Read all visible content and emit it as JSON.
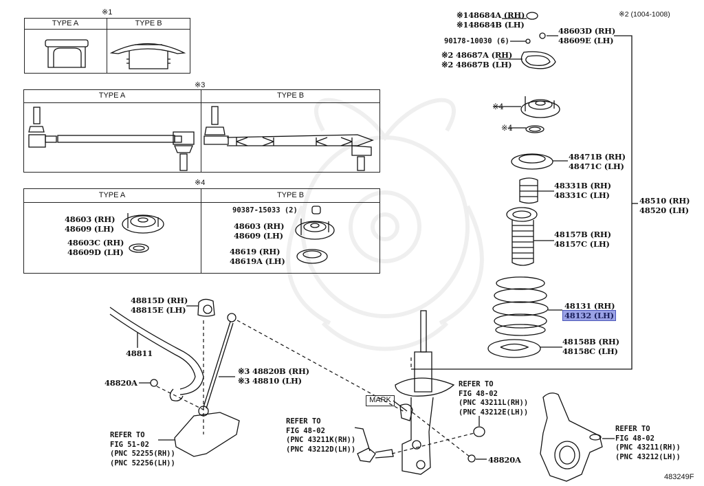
{
  "diagram": {
    "figure_id": "483249F",
    "highlight_color": "#9aa2e6",
    "note_1": {
      "marker": "※1",
      "headers": [
        "TYPE A",
        "TYPE B"
      ]
    },
    "note_2": {
      "marker": "※2 (1004-1008)"
    },
    "note_3": {
      "marker": "※3",
      "headers": [
        "TYPE A",
        "TYPE B"
      ]
    },
    "note_4": {
      "marker": "※4",
      "headers": [
        "TYPE A",
        "TYPE B"
      ],
      "type_a": {
        "mount_rh": "48603 (RH)",
        "mount_lh": "48609 (LH)",
        "bearing_rh": "48603C (RH)",
        "bearing_lh": "48609D (LH)"
      },
      "type_b": {
        "nut": "90387-15033 (2)",
        "mount_rh": "48603 (RH)",
        "mount_lh": "48609 (LH)",
        "seat_rh": "48619 (RH)",
        "seat_lh": "48619A (LH)"
      }
    },
    "top_parts": {
      "cap_rh": "※148684A (RH)",
      "cap_lh": "※148684B (LH)",
      "nut_qty": "90178-10030 (6)",
      "nut_rh": "48603D (RH)",
      "nut_lh": "48609E (LH)",
      "plate_rh": "※2 48687A (RH)",
      "plate_lh": "※2 48687B (LH)",
      "mount_marker": "※4",
      "bearing_marker": "※4"
    },
    "strut_parts": {
      "upper_seat_rh": "48471B (RH)",
      "upper_seat_lh": "48471C (LH)",
      "bumper_rh": "48331B (RH)",
      "bumper_lh": "48331C (LH)",
      "boot_rh": "48157B (RH)",
      "boot_lh": "48157C (LH)",
      "spring_rh": "48131 (RH)",
      "spring_lh": "48132 (LH)",
      "lower_seat_rh": "48158B (RH)",
      "lower_seat_lh": "48158C (LH)",
      "assy_rh": "48510 (RH)",
      "assy_lh": "48520 (LH)"
    },
    "stabilizer_parts": {
      "bushing_rh": "48815D (RH)",
      "bushing_lh": "48815E (LH)",
      "bar": "48811",
      "nut_left": "48820A",
      "link_rh": "※3 48820B (RH)",
      "link_lh": "※3 48810 (LH)"
    },
    "references": {
      "crossmember": [
        "REFER TO",
        "FIG 51-02",
        "(PNC 52255(RH))",
        "(PNC 52256(LH))"
      ],
      "bolt": [
        "REFER TO",
        "FIG 48-02",
        "(PNC 43211K(RH))",
        "(PNC 43212D(LH))"
      ],
      "strut_nut": [
        "REFER TO",
        "FIG 48-02",
        "(PNC 43211L(RH))",
        "(PNC 43212E(LH))"
      ],
      "knuckle": [
        "REFER TO",
        "FIG 48-02",
        "(PNC 43211(RH))",
        "(PNC 43212(LH))"
      ]
    },
    "mark_label": "MARK",
    "nut_bottom": "48820A"
  }
}
